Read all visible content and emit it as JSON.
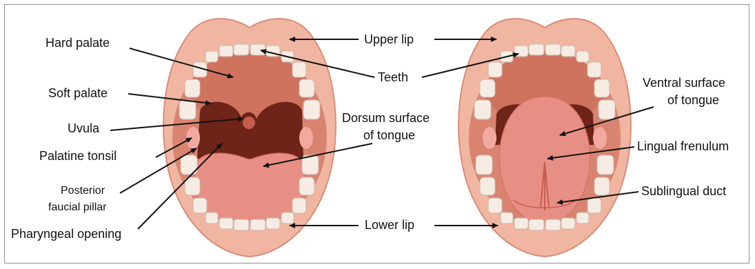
{
  "labels": {
    "hard_palate": "Hard palate",
    "soft_palate": "Soft palate",
    "uvula": "Uvula",
    "palatine_tonsil": "Palatine tonsil",
    "posterior_faucial_line1": "Posterior",
    "posterior_faucial_line2": "faucial pillar",
    "pharyngeal_opening": "Pharyngeal opening",
    "upper_lip": "Upper lip",
    "teeth": "Teeth",
    "dorsum_line1": "Dorsum surface",
    "dorsum_line2": "of tongue",
    "lower_lip": "Lower lip",
    "ventral_line1": "Ventral surface",
    "ventral_line2": "of tongue",
    "lingual_frenulum": "Lingual frenulum",
    "sublingual_duct": "Sublingual duct"
  },
  "colors": {
    "lip": "#f1b6a1",
    "lip_edge": "#d98c78",
    "palate": "#d98470",
    "throat": "#6e2418",
    "tongue": "#e88f85",
    "tooth": "#f6ece4",
    "tooth_edge": "#c9b8ab",
    "tonsil": "#f2a9a0"
  }
}
